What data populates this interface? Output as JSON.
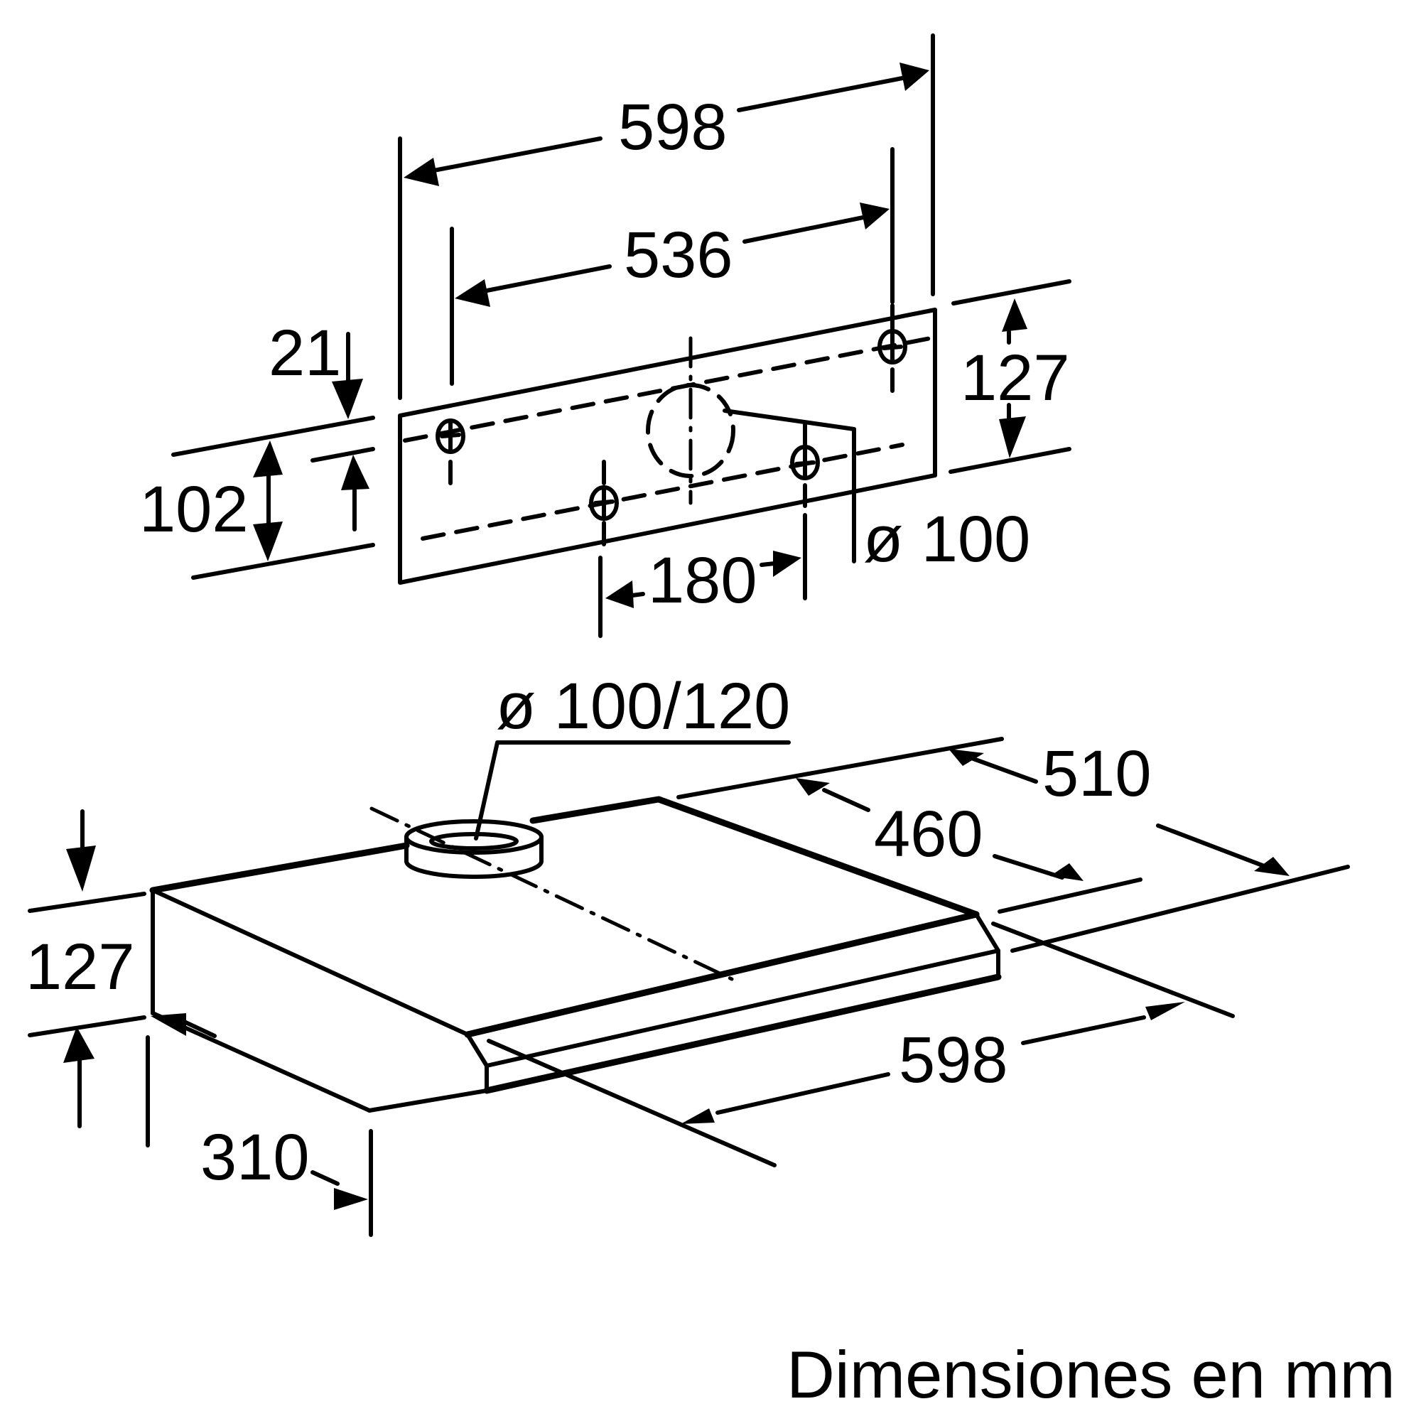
{
  "drawing": {
    "subject": "Extractor hood installation dimensions",
    "caption": "Dimensiones en mm",
    "line_color": "#000000",
    "background": "#ffffff"
  },
  "mounting_plate": {
    "width_total": "598",
    "hole_spacing_horizontal": "536",
    "top_offset": "21",
    "height_left": "102",
    "height_right": "127",
    "hole_spacing_lower": "180",
    "duct_diameter": "ø 100"
  },
  "hood": {
    "duct_diameter": "ø 100/120",
    "depth_inner": "460",
    "depth_outer": "510",
    "height": "127",
    "depth_side": "310",
    "width": "598"
  }
}
